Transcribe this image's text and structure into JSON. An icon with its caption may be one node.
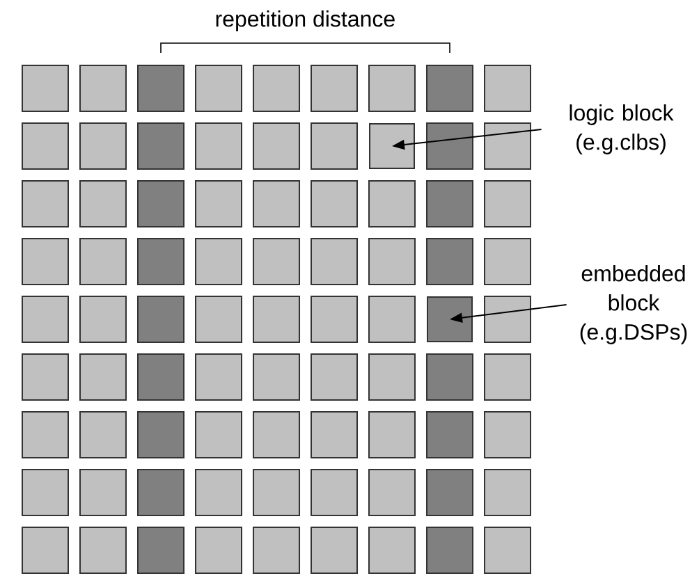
{
  "diagram": {
    "nodes": [
      {
        "text": [
          "logic block (e.g.clbs)"
        ]
      },
      {
        "text": [],
        "shape": "box"
      },
      {
        "text": [
          "embedded block (e.g.DSPs)"
        ]
      },
      {
        "text": [],
        "shape": "box"
      }
    ],
    "edges": [
      {
        "from": 0,
        "to": 1,
        "arrow": "to"
      },
      {
        "from": 2,
        "to": 3,
        "arrow": "to"
      }
    ],
    "labels": [
      "repetition distance"
    ]
  }
}
